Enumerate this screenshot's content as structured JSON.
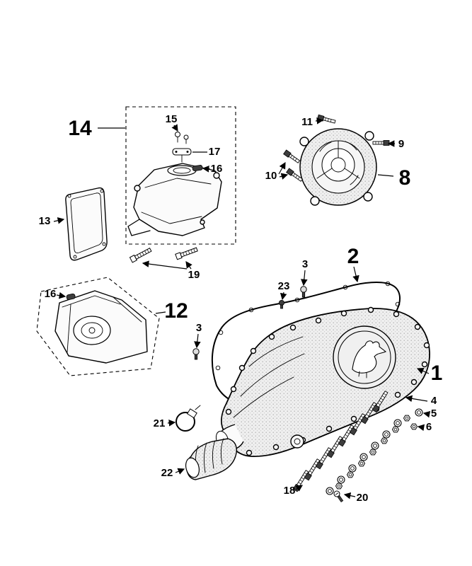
{
  "diagram": {
    "background_color": "#ffffff",
    "line_color": "#000000",
    "shade_color": "#efefef",
    "callouts": {
      "c14": {
        "label": "14",
        "size": "large"
      },
      "c15": {
        "label": "15",
        "size": "small"
      },
      "c17": {
        "label": "17",
        "size": "small"
      },
      "c16a": {
        "label": "16",
        "size": "small"
      },
      "c13": {
        "label": "13",
        "size": "small"
      },
      "c19": {
        "label": "19",
        "size": "small"
      },
      "c12": {
        "label": "12",
        "size": "large"
      },
      "c16b": {
        "label": "16",
        "size": "small"
      },
      "c11": {
        "label": "11",
        "size": "small"
      },
      "c9": {
        "label": "9",
        "size": "small"
      },
      "c10": {
        "label": "10",
        "size": "small"
      },
      "c8": {
        "label": "8",
        "size": "large"
      },
      "c2": {
        "label": "2",
        "size": "large"
      },
      "c23": {
        "label": "23",
        "size": "small"
      },
      "c3a": {
        "label": "3",
        "size": "small"
      },
      "c3b": {
        "label": "3",
        "size": "small"
      },
      "c1": {
        "label": "1",
        "size": "large"
      },
      "c4": {
        "label": "4",
        "size": "small"
      },
      "c5": {
        "label": "5",
        "size": "small"
      },
      "c6": {
        "label": "6",
        "size": "small"
      },
      "c21": {
        "label": "21",
        "size": "small"
      },
      "c22": {
        "label": "22",
        "size": "small"
      },
      "c18": {
        "label": "18",
        "size": "small"
      },
      "c20": {
        "label": "20",
        "size": "small"
      }
    }
  }
}
